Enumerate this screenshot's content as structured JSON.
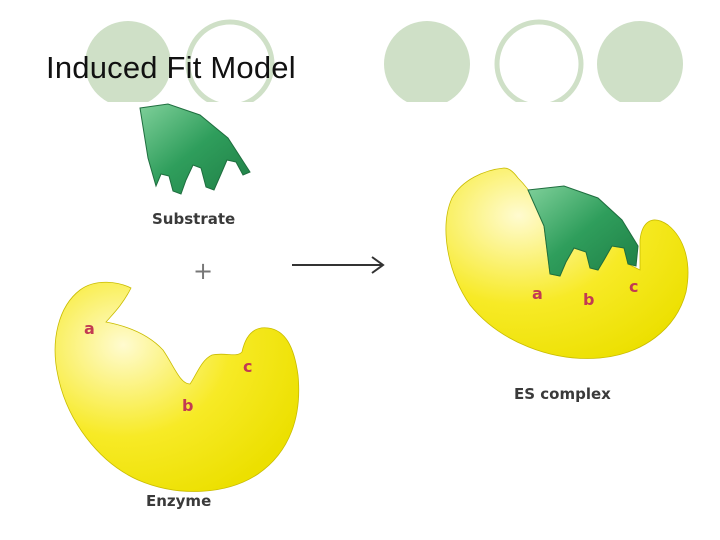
{
  "slide": {
    "title": "Induced Fit Model"
  },
  "diagram": {
    "substrate_label": "Substrate",
    "plus_sign": "+",
    "enzyme_label": "Enzyme",
    "complex_label": "ES complex",
    "enzyme_sites": [
      "a",
      "b",
      "c"
    ],
    "complex_sites": [
      "a",
      "b",
      "c"
    ],
    "colors": {
      "enzyme": "#f5e400",
      "enzyme_highlight": "#fffbd0",
      "substrate": "#2f9e5c",
      "substrate_highlight": "#7fd09a",
      "site_labels": "#c23a52",
      "deco_circles": "#cfe0c7"
    }
  }
}
